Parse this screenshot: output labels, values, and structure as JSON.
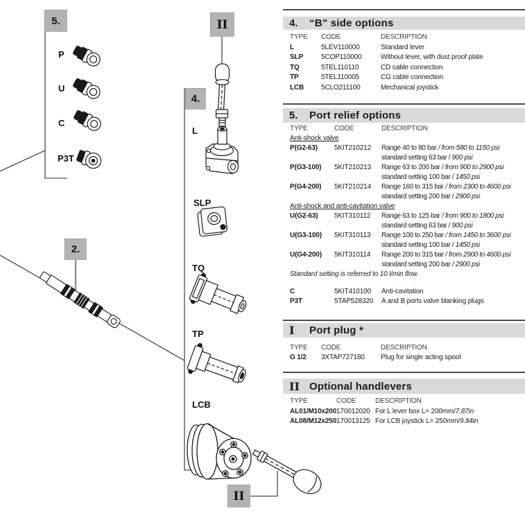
{
  "colors": {
    "label_box_bg": "#b3b3b3",
    "section_header_bg": "#d9d9d9",
    "line_color": "#1a1a1a"
  },
  "diagram": {
    "callouts": {
      "five": "5.",
      "two": "2.",
      "four": "4.",
      "roman_two_top": "II",
      "roman_two_bottom": "II"
    },
    "part_labels": {
      "p": "P",
      "u": "U",
      "c": "C",
      "p3t": "P3T",
      "l": "L",
      "slp": "SLP",
      "tq": "TQ",
      "tp": "TP",
      "lcb": "LCB"
    }
  },
  "sections": {
    "b_side": {
      "number": "4.",
      "title": "“B” side options",
      "headers": {
        "type": "TYPE",
        "code": "CODE",
        "description": "DESCRIPTION"
      },
      "rows": [
        {
          "type": "L",
          "code": "5LEV110000",
          "description": "Standard lever"
        },
        {
          "type": "SLP",
          "code": "5COP110000",
          "description": "Without lever, with dust proof plate"
        },
        {
          "type": "TQ",
          "code": "5TEL110110",
          "description": "CD cable connection"
        },
        {
          "type": "TP",
          "code": "5TEL110005",
          "description": "CG cable connection"
        },
        {
          "type": "LCB",
          "code": "5CLO211100",
          "description": "Mechanical joystick"
        }
      ]
    },
    "port_relief": {
      "number": "5.",
      "title": "Port relief options",
      "headers": {
        "type": "TYPE",
        "code": "CODE",
        "description": "DESCRIPTION"
      },
      "group1_label": "Anti-shock valve",
      "group1_rows": [
        {
          "type": "P(G2-63)",
          "code": "5KIT210212",
          "line1_normal": "Range 40 to 80 bar ",
          "line1_italic": "/ from 580 to 1150 psi",
          "line2_normal": "standard setting 63 bar / ",
          "line2_italic": "900 psi"
        },
        {
          "type": "P(G3-100)",
          "code": "5KIT210213",
          "line1_normal": "Range 63 to 200 bar ",
          "line1_italic": "/ from 900 to 2900 psi",
          "line2_normal": "standard setting 100 bar / ",
          "line2_italic": "1450 psi"
        },
        {
          "type": "P(G4-200)",
          "code": "5KIT210214",
          "line1_normal": "Range 160 to 315 bar ",
          "line1_italic": "/ from 2300 to 4600 psi",
          "line2_normal": "standard setting 200 bar / ",
          "line2_italic": "2900 psi"
        }
      ],
      "group2_label": "Anti-shock and anti-cavitation valve",
      "group2_rows": [
        {
          "type": "U(G2-63)",
          "code": "5KIT310112",
          "line1_normal": "Range 63 to 125 bar ",
          "line1_italic": "/ from 900 to 1800 psi",
          "line2_normal": "standard setting 63 bar / ",
          "line2_italic": "900 psi"
        },
        {
          "type": "U(G3-100)",
          "code": "5KIT310113",
          "line1_normal": "Range 100 to 250 bar ",
          "line1_italic": "/ from 1450 to 3600 psi",
          "line2_normal": "standard setting 100 bar / ",
          "line2_italic": "1450 psi"
        },
        {
          "type": "U(G4-200)",
          "code": "5KIT310114",
          "line1_normal": "Range 200 to 315 bar ",
          "line1_italic": "/ from 2900 to 4600 psi",
          "line2_normal": "standard setting 200 bar / ",
          "line2_italic": "2900 psi"
        }
      ],
      "footnote": "Standard setting is referred to 10 l/min flow.",
      "extra_rows": [
        {
          "type": "C",
          "code": "5KIT410100",
          "description": "Anti-cavitation"
        },
        {
          "type": "P3T",
          "code": "5TAP528320",
          "description": "A and B ports valve blanking plugs"
        }
      ]
    },
    "port_plug": {
      "number": "I",
      "title": "Port plug *",
      "headers": {
        "type": "TYPE",
        "code": "CODE",
        "description": "DESCRIPTION"
      },
      "rows": [
        {
          "type": "G 1/2",
          "code": "3XTAP727180",
          "description": "Plug for single acting spool"
        }
      ]
    },
    "handlevers": {
      "number": "II",
      "title": "Optional handlevers",
      "headers": {
        "type": "TYPE",
        "code": "CODE",
        "description": "DESCRIPTION"
      },
      "rows": [
        {
          "type": "AL01/M10x200",
          "code": "170012020",
          "desc_normal": "For L lever box  L= 200mm/",
          "desc_italic": "7.87in"
        },
        {
          "type": "AL08/M12x250",
          "code": "170013125",
          "desc_normal": "For LCB joystick L= 250mm/",
          "desc_italic": "9.84in"
        }
      ]
    }
  }
}
